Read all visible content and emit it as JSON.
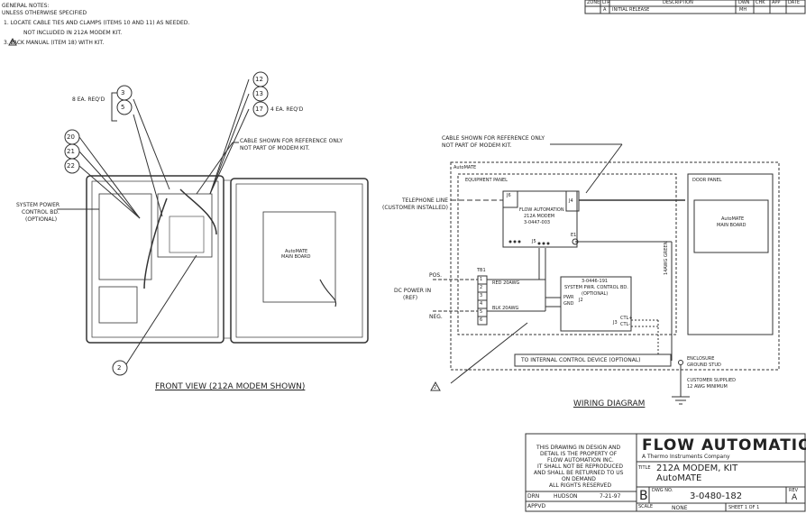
{
  "notes": {
    "header1": "GENERAL NOTES:",
    "header2": "UNLESS OTHERWISE SPECIFIED",
    "items": [
      "1.  LOCATE CABLE TIES AND CLAMPS (ITEMS 10 AND 11) AS NEEDED.",
      "NOT INCLUDED IN 212A MODEM KIT.",
      "3.  PACK MANUAL (ITEM 18) WITH KIT."
    ],
    "flag2": "2"
  },
  "revision": {
    "headers": [
      "ZONE",
      "LTR",
      "DESCRIPTION",
      "DWN",
      "CHK",
      "APP",
      "DATE"
    ],
    "row": [
      "",
      "A",
      "INITIAL RELEASE",
      "MH",
      "",
      "",
      ""
    ]
  },
  "front_view": {
    "balloons_a": [
      "3",
      "5"
    ],
    "qty_a": "8 EA. REQ'D",
    "balloons_b": [
      "12",
      "13",
      "17"
    ],
    "qty_b": "4 EA. REQ'D",
    "balloons_c": [
      "20",
      "21",
      "22"
    ],
    "balloon_2": "2",
    "cable_note": [
      "CABLE SHOWN FOR REFERENCE ONLY",
      "NOT PART OF MODEM KIT."
    ],
    "sys_power": [
      "SYSTEM POWER",
      "CONTROL BD.",
      "(OPTIONAL)"
    ],
    "main_board": [
      "AutoMATE",
      "MAIN BOARD"
    ],
    "caption": "FRONT VIEW (212A MODEM SHOWN)"
  },
  "wiring": {
    "cable_note": [
      "CABLE SHOWN FOR REFERENCE ONLY",
      "NOT PART OF MODEM KIT."
    ],
    "automate": "AutoMATE",
    "equipment_panel": "EQUIPMENT PANEL",
    "door_panel": "DOOR PANEL",
    "main_board": [
      "AutoMATE",
      "MAIN BOARD"
    ],
    "telephone": [
      "TELEPHONE LINE",
      "(CUSTOMER INSTALLED)"
    ],
    "modem": [
      "FLOW AUTOMATION",
      "212A MODEM",
      "3-0447-003"
    ],
    "j6": "J6",
    "j4": "J4",
    "j5": "J5",
    "j2": "J2",
    "j3": "J3",
    "e1": "E1",
    "tb1": "TB1",
    "pos": "POS.",
    "neg": "NEG.",
    "dc_power": [
      "DC POWER IN",
      "(REF)"
    ],
    "red": "RED  20AWG",
    "blk": "BLK  20AWG",
    "terminals": [
      "1",
      "2",
      "3",
      "4",
      "5",
      "6"
    ],
    "sys_board": [
      "3-0446-191",
      "SYSTEM PWR. CONTROL BD.",
      "(OPTIONAL)"
    ],
    "pwr": "PWR",
    "gnd": "GND",
    "ctl_plus": "CTL+",
    "ctl_minus": "CTL-",
    "green": "14AWG GREEN",
    "internal": "TO INTERNAL CONTROL DEVICE (OPTIONAL)",
    "enclosure": [
      "ENCLOSURE",
      "GROUND STUD"
    ],
    "customer": [
      "CUSTOMER SUPPLIED",
      "12 AWG MINIMUM"
    ],
    "caption": "WIRING DIAGRAM",
    "flag2": "2"
  },
  "title_block": {
    "property": [
      "THIS DRAWING IN DESIGN AND",
      "DETAIL IS THE PROPERTY OF",
      "FLOW AUTOMATION INC.",
      "IT SHALL NOT BE REPRODUCED",
      "AND SHALL BE RETURNED TO US",
      "ON DEMAND",
      "ALL RIGHTS RESERVED"
    ],
    "drn_label": "DRN",
    "drn_name": "HUDSON",
    "drn_date": "7-21-97",
    "appvd": "APPVD",
    "company": "FLOW AUTOMATION",
    "company_sub": "A Thermo Instruments Company",
    "title_label": "TITLE",
    "title1": "212A MODEM, KIT",
    "title2": "AutoMATE",
    "size": "B",
    "dwg_label": "DWG NO.",
    "dwg_no": "3-0480-182",
    "rev_label": "REV",
    "rev": "A",
    "scale_label": "SCALE",
    "scale": "NONE",
    "sheet": "SHEET  1   OF   1"
  }
}
